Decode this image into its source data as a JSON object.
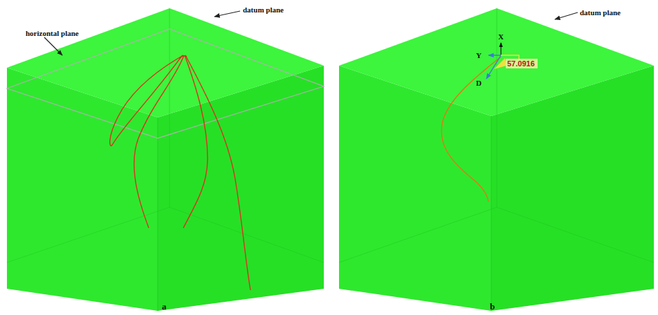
{
  "diagram": {
    "labels": [
      "datum plane",
      "horizontal plane",
      "datum plane",
      "X",
      "Y",
      "57.0916",
      "D",
      "a",
      "b"
    ]
  }
}
